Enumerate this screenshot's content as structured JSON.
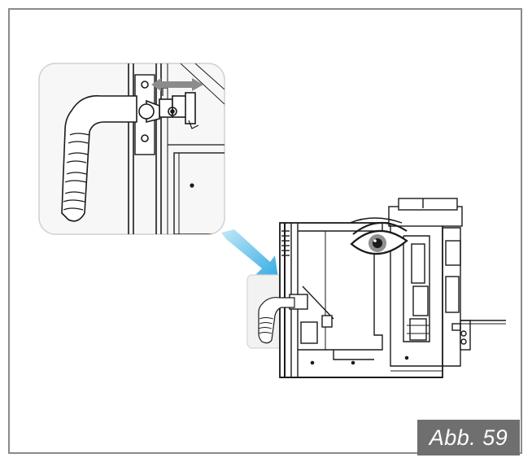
{
  "figure": {
    "label": "Abb. 59",
    "label_bg": "#6f6f6f",
    "arrow_color": "#3bb4e6",
    "line_color": "#1a1a1a",
    "frame_color": "#8a8a8a"
  },
  "icons": {
    "eye": "eye-icon",
    "arrow": "blue-pointer-arrow",
    "slide_arrow": "double-headed-arrow"
  }
}
